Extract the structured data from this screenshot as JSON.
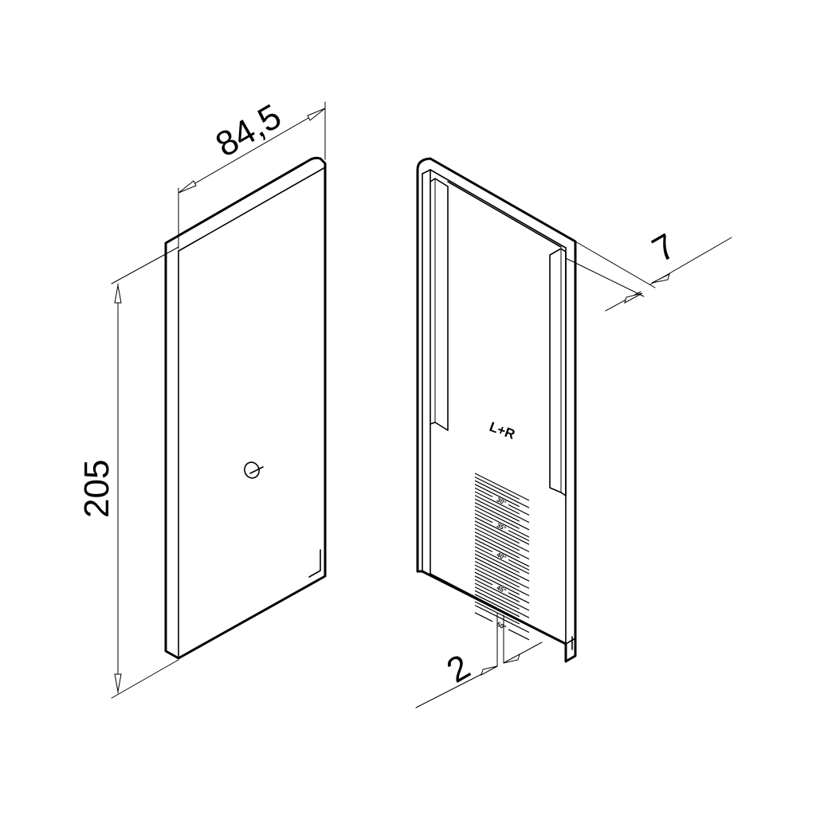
{
  "dimensions": {
    "width": "84,5",
    "height": "205",
    "depth": "7",
    "thickness": "2"
  },
  "markings": {
    "side_label": "L+R",
    "angles": [
      "30°",
      "35°",
      "40°",
      "45°",
      "50°"
    ]
  },
  "colors": {
    "line": "#000000",
    "background": "#ffffff"
  }
}
